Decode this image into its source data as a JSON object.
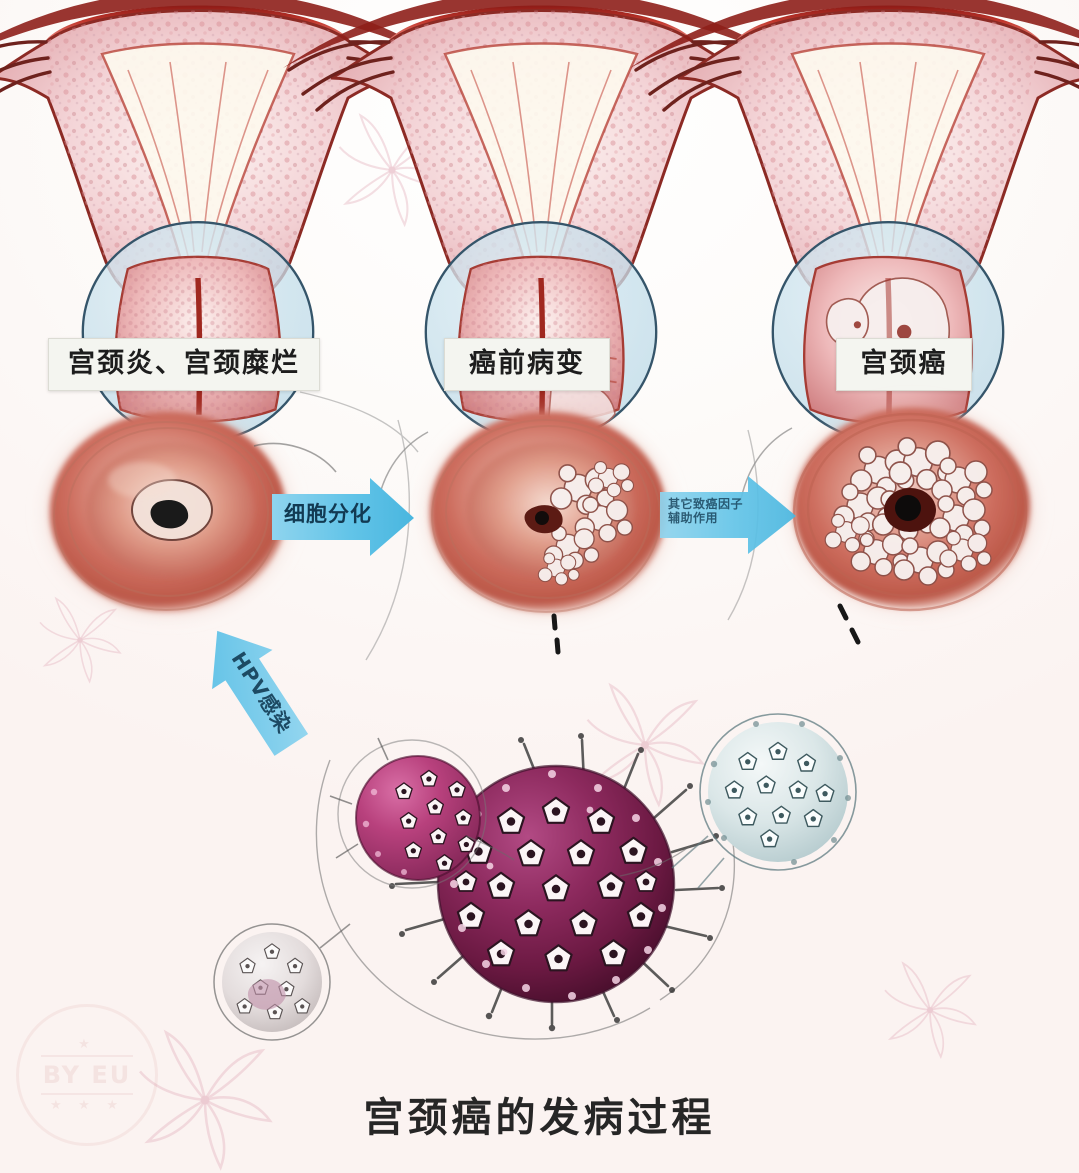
{
  "title": "宫颈癌的发病过程",
  "stages": [
    {
      "id": "cervicitis",
      "label": "宫颈炎、宫颈糜烂"
    },
    {
      "id": "precancer",
      "label": "癌前病变"
    },
    {
      "id": "cancer",
      "label": "宫颈癌"
    }
  ],
  "arrows": [
    {
      "id": "cell-differentiation",
      "label": "细胞分化",
      "direction": "right",
      "color": "#62c4e8"
    },
    {
      "id": "other-carcinogens",
      "label": "其它致癌因子\n辅助作用",
      "direction": "right",
      "color": "#62c4e8"
    },
    {
      "id": "hpv-infection",
      "label": "HPV感染",
      "direction": "up-left",
      "color": "#7ecbea"
    }
  ],
  "arrow_labels": {
    "cell_differentiation": "细胞分化",
    "other_carcinogens_line1": "其它致癌因子",
    "other_carcinogens_line2": "辅助作用",
    "hpv_infection": "HPV感染"
  },
  "viruses": [
    {
      "id": "hpv-virion-large",
      "color": "#7b2150",
      "note": "large magenta HPV capsid"
    },
    {
      "id": "hpv-virion-magenta",
      "color": "#b8417d",
      "note": "medium magenta HPV capsid"
    },
    {
      "id": "hpv-virion-teal",
      "color": "#5f7b80",
      "note": "teal outlined HPV capsid"
    },
    {
      "id": "hpv-virion-gray-small",
      "color": "#6b6b6b",
      "note": "small gray HPV capsid"
    }
  ],
  "watermark": {
    "text": "BY EU",
    "stars_top": "★",
    "stars_bottom": "★ ★ ★"
  },
  "colors": {
    "arrow_blue": "#62c4e8",
    "label_box_bg": "#f4f5f0",
    "tissue_red": "#c0392b",
    "tissue_pink": "#e8a0a0",
    "lesion_white": "#f5eeee",
    "background": "#fdf8f6",
    "virus_magenta": "#7b2150"
  }
}
